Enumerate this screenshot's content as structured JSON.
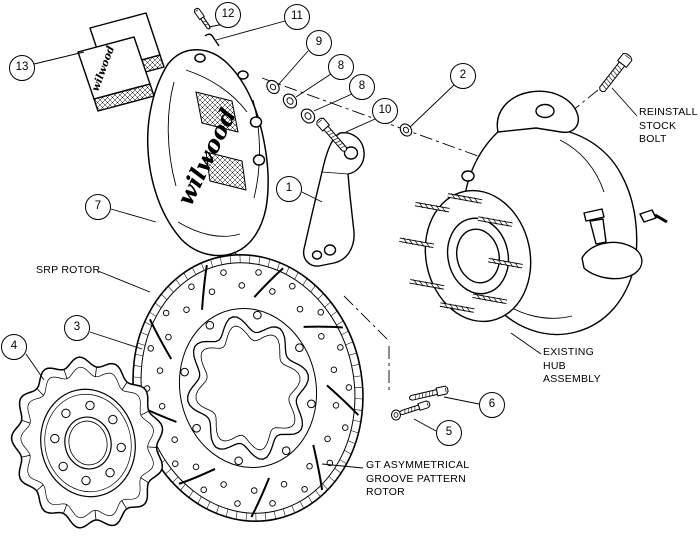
{
  "diagram": {
    "background": "#ffffff",
    "line_color": "#000000",
    "brand": {
      "caliper_logo": "wilwood",
      "pad_logo": "wilwood"
    },
    "callouts": [
      {
        "num": "13"
      },
      {
        "num": "12"
      },
      {
        "num": "11"
      },
      {
        "num": "9"
      },
      {
        "num": "8"
      },
      {
        "num": "8"
      },
      {
        "num": "10"
      },
      {
        "num": "2"
      },
      {
        "num": "7"
      },
      {
        "num": "1"
      },
      {
        "num": "3"
      },
      {
        "num": "4"
      },
      {
        "num": "6"
      },
      {
        "num": "5"
      }
    ],
    "labels": {
      "reinstall_stock_bolt": [
        "REINSTALL",
        "STOCK",
        "BOLT"
      ],
      "srp_rotor": "SRP ROTOR",
      "existing_hub_assembly": [
        "EXISTING",
        "HUB",
        "ASSEMBLY"
      ],
      "gt_rotor": [
        "GT ASYMMETRICAL",
        "GROOVE PATTERN",
        "ROTOR"
      ]
    }
  }
}
